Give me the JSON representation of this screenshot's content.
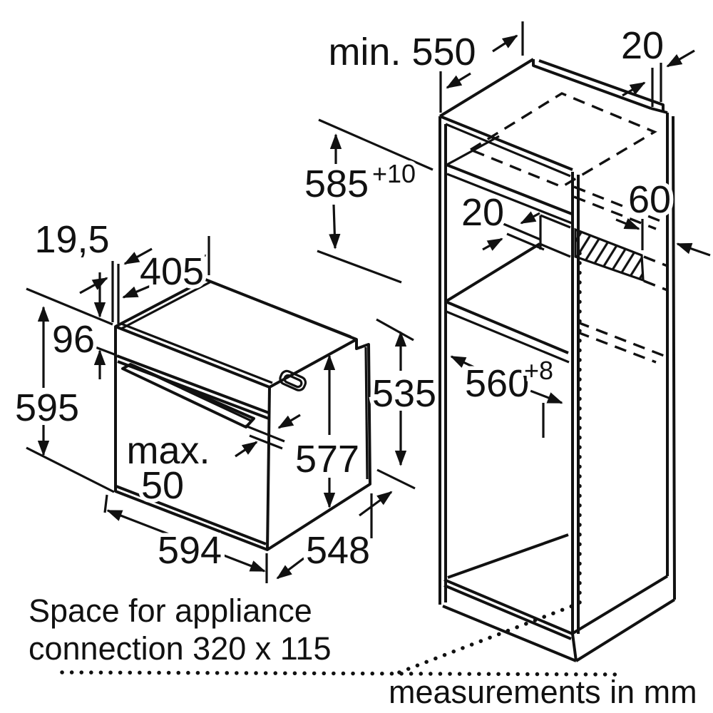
{
  "diagram": {
    "oven": {
      "panel_depth": "19,5",
      "top_depth": "405",
      "panel_height": "96",
      "total_height": "595",
      "handle_max_line1": "max.",
      "handle_max_line2": "50",
      "width": "594",
      "depth": "548",
      "body_height": "577",
      "rear_height": "535"
    },
    "cabinet": {
      "min_depth": "min. 550",
      "back_panel_thickness": "20",
      "niche_height": "585",
      "niche_height_tolerance": "+10",
      "rear_gap": "20",
      "vent_distance": "60",
      "niche_width": "560",
      "niche_width_tolerance": "+8"
    },
    "notes": {
      "connection_line1": "Space for appliance",
      "connection_line2": "connection 320 x 115",
      "units": "measurements in mm"
    },
    "colors": {
      "ink": "#111111",
      "paper": "#ffffff"
    }
  }
}
